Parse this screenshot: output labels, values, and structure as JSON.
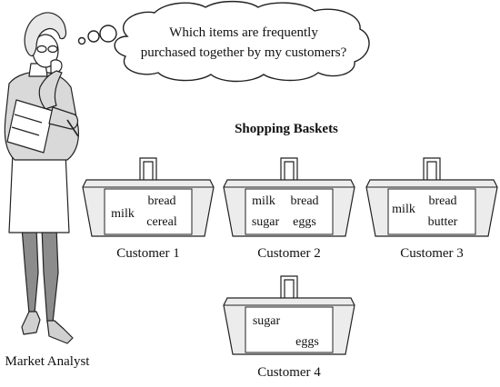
{
  "thought": {
    "line1": "Which items are frequently",
    "line2": "purchased together by my customers?"
  },
  "analyst_label": "Market Analyst",
  "section_title": "Shopping Baskets",
  "baskets": [
    {
      "customer": "Customer 1",
      "items": [
        "milk",
        "bread",
        "cereal"
      ]
    },
    {
      "customer": "Customer 2",
      "items": [
        "milk",
        "bread",
        "sugar",
        "eggs"
      ]
    },
    {
      "customer": "Customer 3",
      "items": [
        "milk",
        "bread",
        "butter"
      ]
    },
    {
      "customer": "Customer 4",
      "items": [
        "sugar",
        "eggs"
      ]
    }
  ],
  "colors": {
    "line": "#222222",
    "basket_fill": "#ececec",
    "card_fill": "#ffffff",
    "shirt": "#d9d9d9",
    "legs": "#8c8c8c"
  }
}
